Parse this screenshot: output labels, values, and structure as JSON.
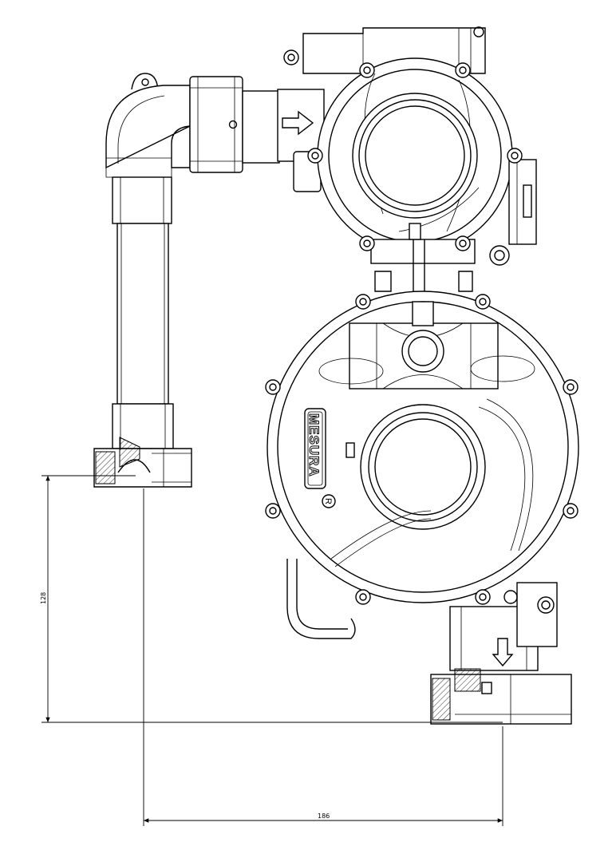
{
  "drawing": {
    "brand_text": "MESURA",
    "registered_mark": "R",
    "dimensions": {
      "vertical_label": "128",
      "horizontal_label": "186"
    }
  }
}
